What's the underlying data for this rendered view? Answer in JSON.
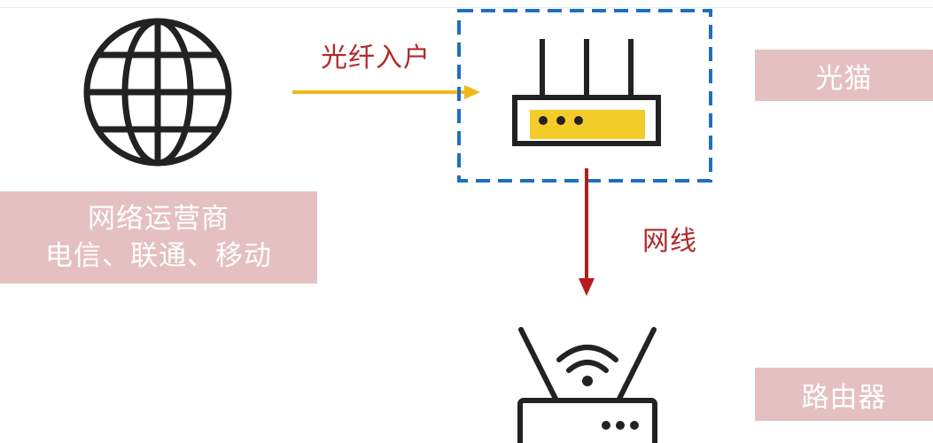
{
  "isp": {
    "line1": "网络运营商",
    "line2": "电信、联通、移动"
  },
  "connections": {
    "fiber_label": "光纤入户",
    "cable_label": "网线"
  },
  "labels": {
    "modem": "光猫",
    "router": "路由器"
  },
  "icons": {
    "internet": "globe-icon",
    "modem": "optical-modem-icon",
    "router": "wifi-router-icon"
  },
  "colors": {
    "label_background": "#e5c0c0",
    "label_text": "#ffffff",
    "red_text": "#b02a2a",
    "fiber_arrow": "#f3b81c",
    "cable_arrow": "#b51c1c",
    "dashed_border": "#1f6fbf",
    "modem_panel": "#f4cc2a",
    "icon_stroke": "#222222"
  }
}
